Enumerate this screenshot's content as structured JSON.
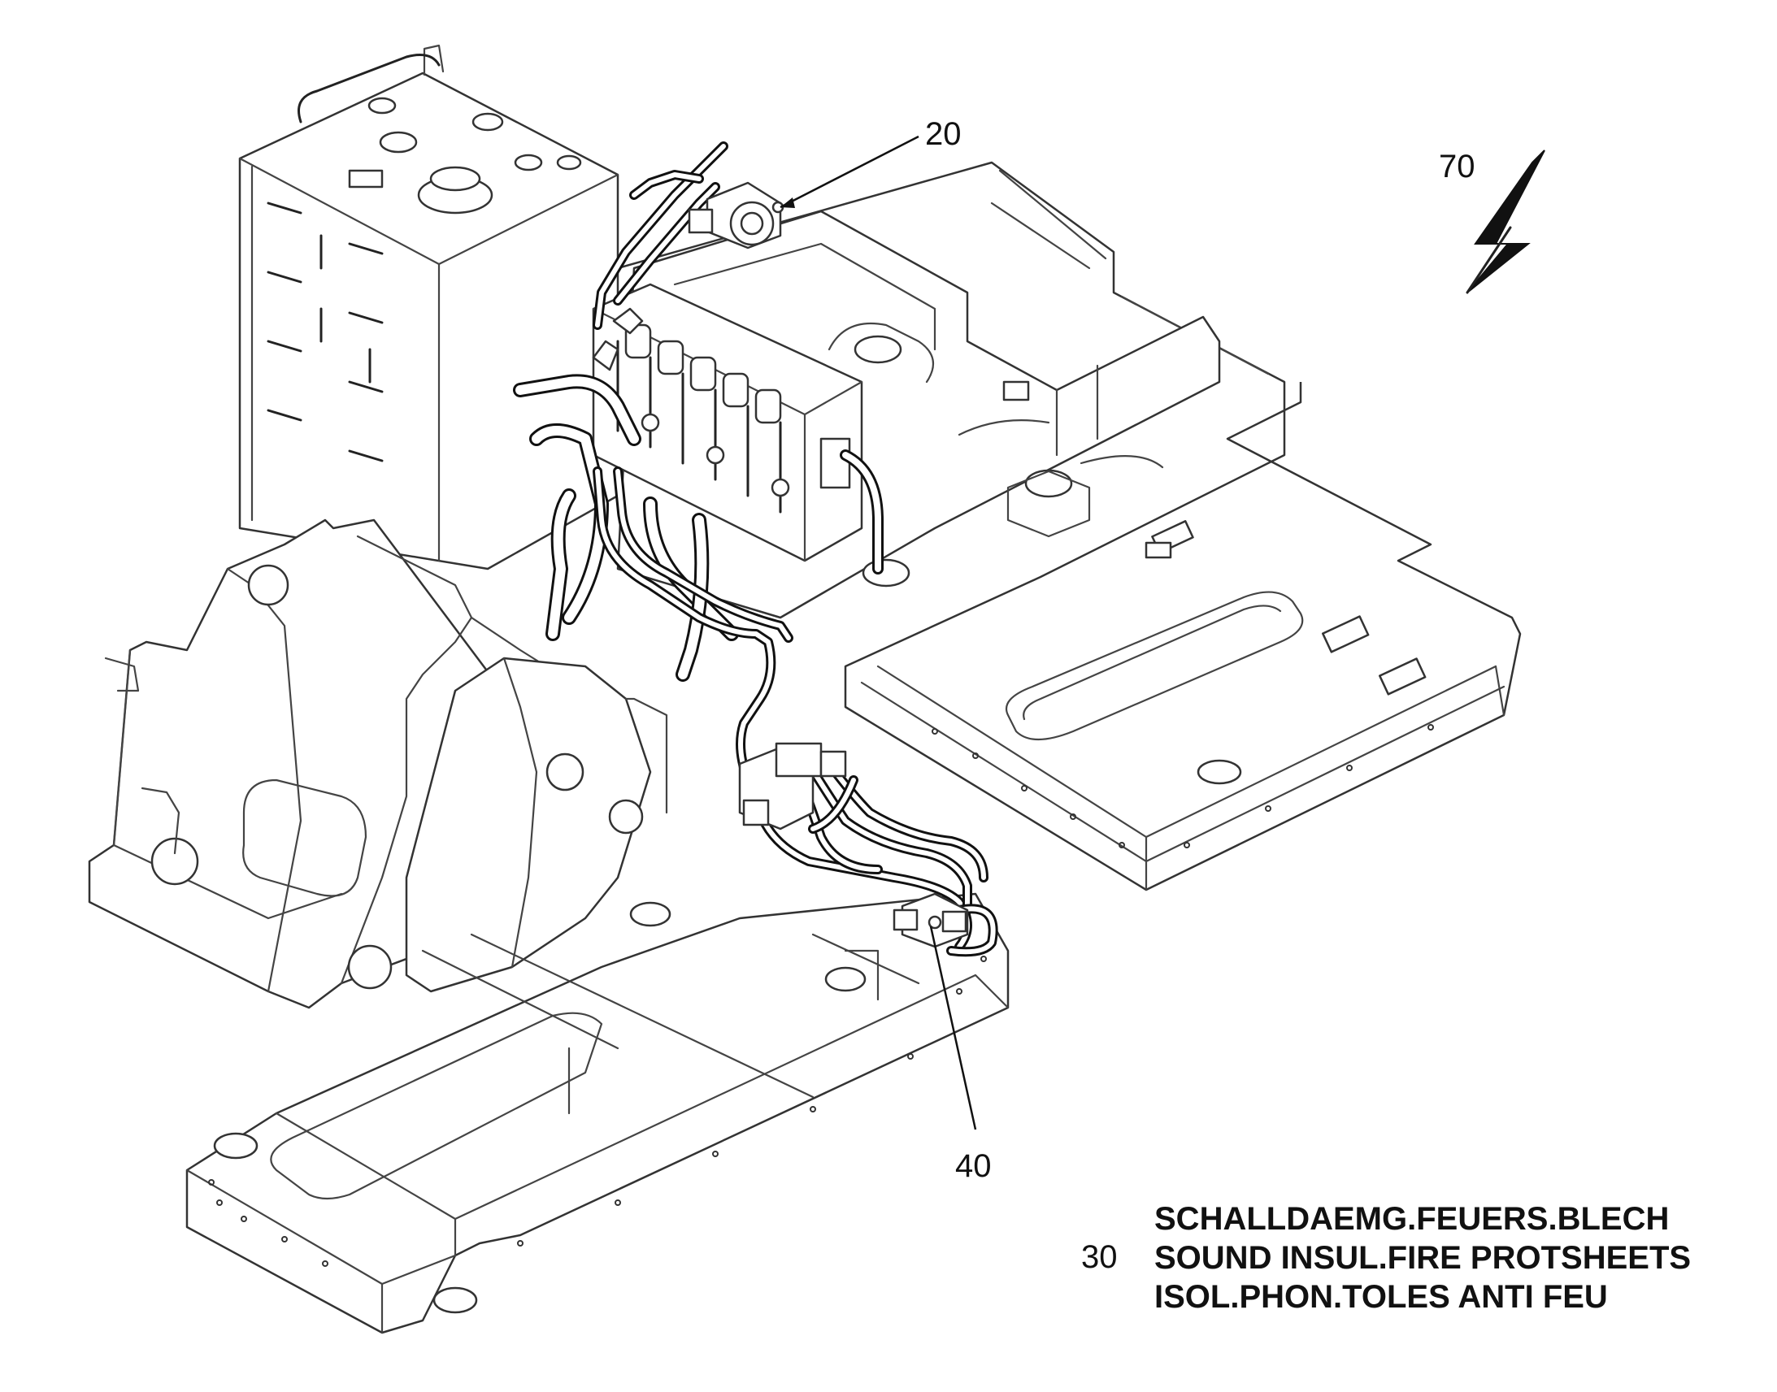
{
  "callouts": {
    "item_20": "20",
    "item_40": "40",
    "item_70": "70",
    "item_30": "30"
  },
  "part_30_description": {
    "line_de": "SCHALLDAEMG.FEUERS.BLECH",
    "line_en": "SOUND INSUL.FIRE PROTSHEETS",
    "line_fr": "ISOL.PHON.TOLES ANTI FEU"
  },
  "icons": {
    "electrical_symbol": "lightning-bolt-icon"
  },
  "colors": {
    "line": "#222222",
    "background": "#ffffff"
  }
}
